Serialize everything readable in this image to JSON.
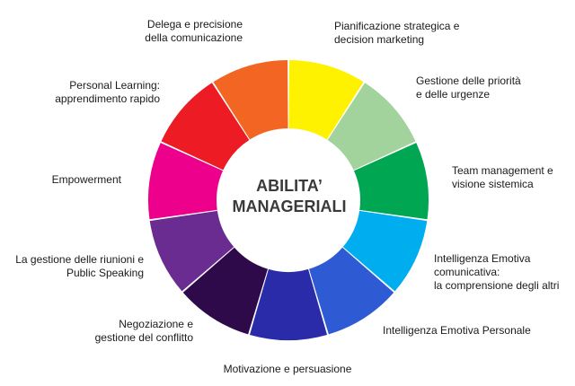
{
  "center": {
    "line1": "ABILITA’",
    "line2": "MANAGERIALI"
  },
  "segments": [
    {
      "lines": [
        "Pianificazione strategica e",
        "decision marketing"
      ],
      "color": "#fff200"
    },
    {
      "lines": [
        "Gestione delle priorità",
        "e delle urgenze"
      ],
      "color": "#a3d39c"
    },
    {
      "lines": [
        "Team management e",
        "visione sistemica"
      ],
      "color": "#00a651"
    },
    {
      "lines": [
        "Intelligenza Emotiva",
        "comunicativa:",
        "la comprensione degli altri"
      ],
      "color": "#00aeef"
    },
    {
      "lines": [
        "Intelligenza Emotiva Personale"
      ],
      "color": "#2e5bd3"
    },
    {
      "lines": [
        "Motivazione e persuasione"
      ],
      "color": "#2a2ba8"
    },
    {
      "lines": [
        "Negoziazione e",
        "gestione del conflitto"
      ],
      "color": "#2e0a4a"
    },
    {
      "lines": [
        "La gestione delle riunioni e",
        "Public Speaking"
      ],
      "color": "#6b2c91"
    },
    {
      "lines": [
        "Empowerment"
      ],
      "color": "#ec008c"
    },
    {
      "lines": [
        "Personal Learning:",
        "apprendimento rapido"
      ],
      "color": "#ed1c24"
    },
    {
      "lines": [
        "Delega e precisione",
        "della comunicazione"
      ],
      "color": "#f26522"
    }
  ]
}
